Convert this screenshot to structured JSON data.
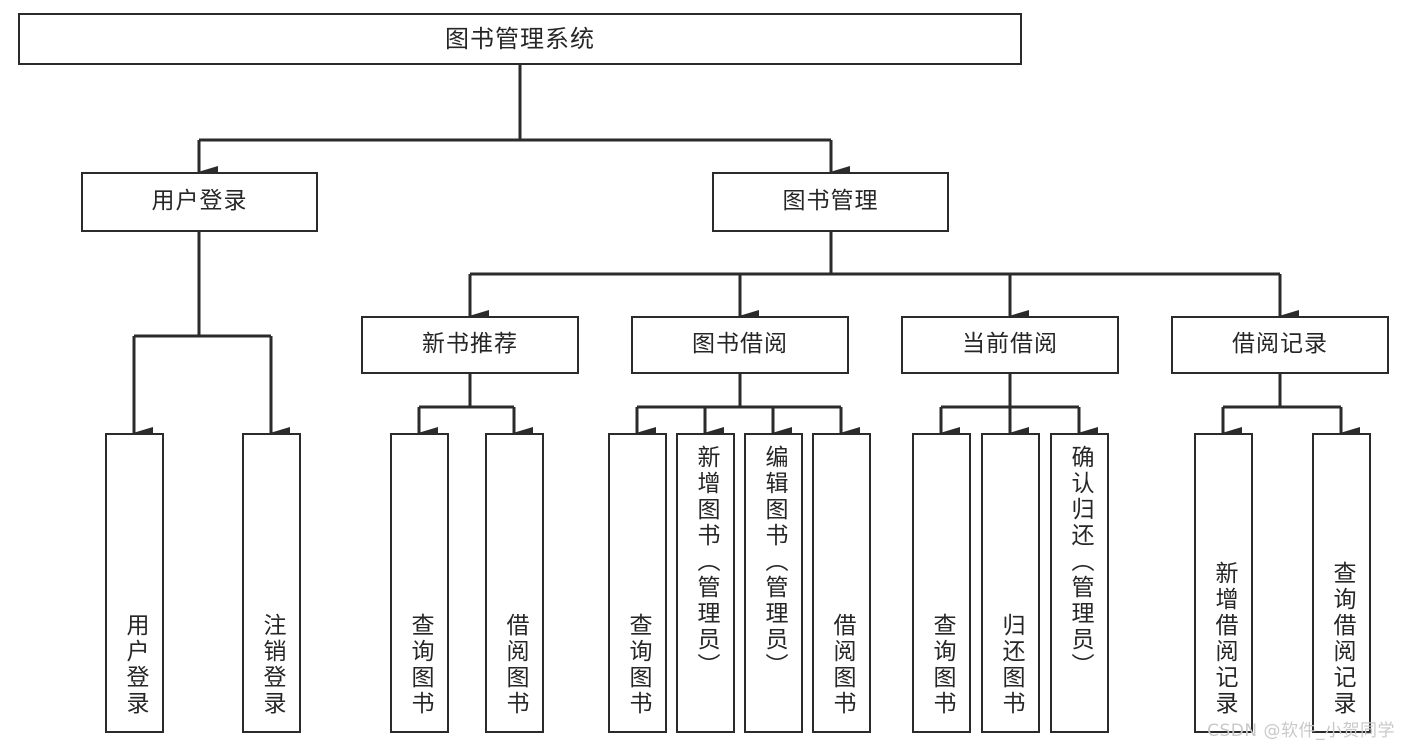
{
  "diagram": {
    "title": "图书管理系统",
    "type": "tree",
    "watermark": "CSDN @软件_小贺同学",
    "colors": {
      "stroke": "#2b2b2b",
      "fill": "#ffffff",
      "text": "#262626",
      "watermark": "#c9c9c9"
    },
    "root": {
      "label": "图书管理系统"
    },
    "level1": [
      {
        "label": "用户登录"
      },
      {
        "label": "图书管理"
      }
    ],
    "level2": [
      {
        "label": "新书推荐"
      },
      {
        "label": "图书借阅"
      },
      {
        "label": "当前借阅"
      },
      {
        "label": "借阅记录"
      }
    ],
    "leaves": {
      "user_login": [
        {
          "label": "用户登录"
        },
        {
          "label": "注销登录"
        }
      ],
      "new_book": [
        {
          "label": "查询图书"
        },
        {
          "label": "借阅图书"
        }
      ],
      "borrow": [
        {
          "label": "查询图书"
        },
        {
          "label": "新增图书（管理员）"
        },
        {
          "label": "编辑图书（管理员）"
        },
        {
          "label": "借阅图书"
        }
      ],
      "current": [
        {
          "label": "查询图书"
        },
        {
          "label": "归还图书"
        },
        {
          "label": "确认归还（管理员）"
        }
      ],
      "records": [
        {
          "label": "新增借阅记录"
        },
        {
          "label": "查询借阅记录"
        }
      ]
    }
  }
}
